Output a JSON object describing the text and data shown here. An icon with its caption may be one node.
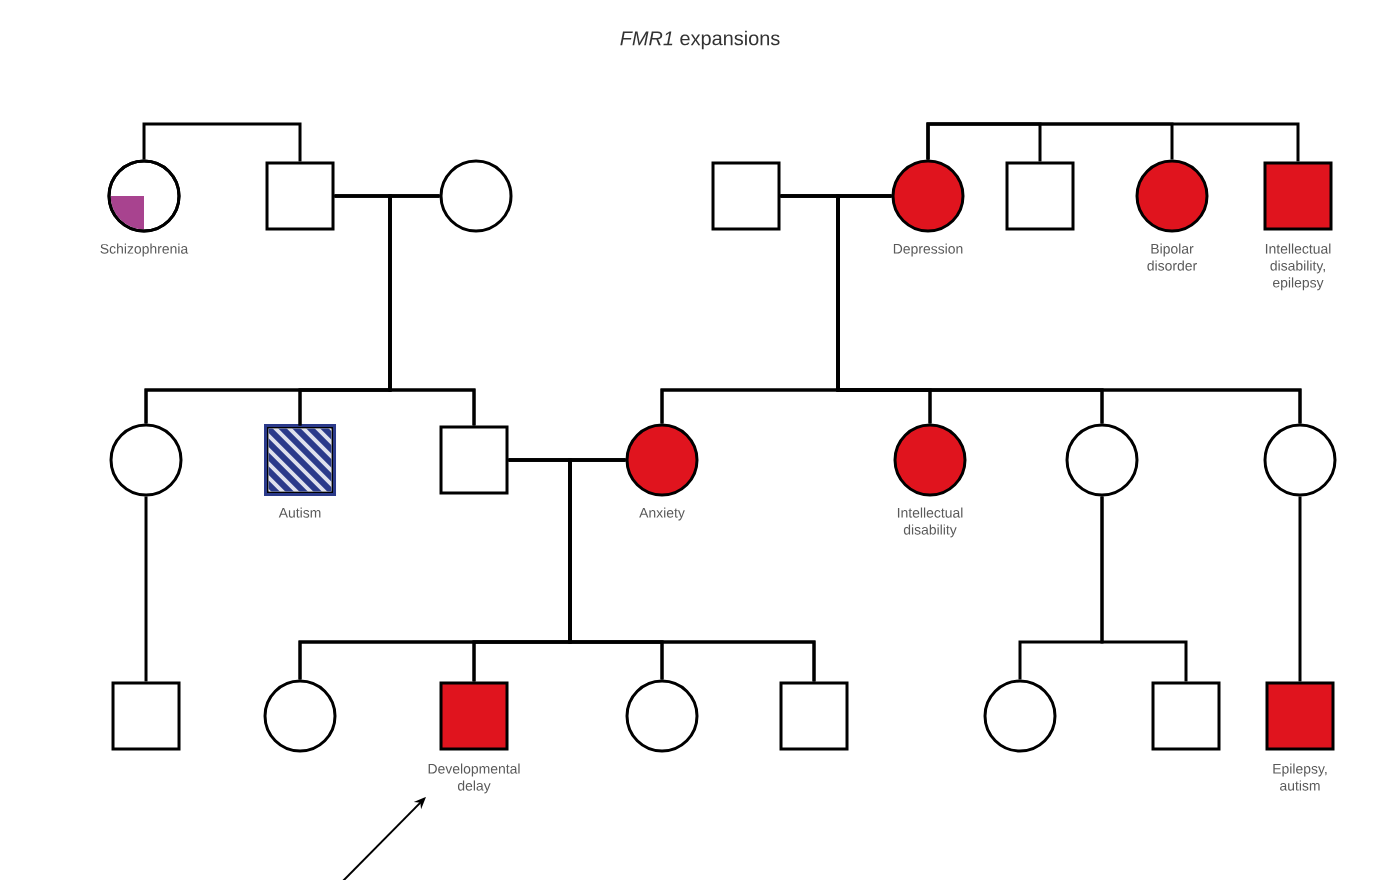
{
  "diagram": {
    "title": "*FMR1* expansions",
    "nodes": [
      {
        "text": [],
        "shape": "circle",
        "beside": [
          "Schizophrenia"
        ]
      },
      {
        "text": [],
        "shape": "box"
      },
      {
        "text": [],
        "shape": "circle"
      },
      {
        "text": [],
        "shape": "box"
      },
      {
        "text": [],
        "shape": "circle",
        "beside": [
          "Depression"
        ]
      },
      {
        "text": [],
        "shape": "box"
      },
      {
        "text": [],
        "shape": "circle",
        "beside": [
          "Bipolar disorder"
        ]
      },
      {
        "text": [],
        "shape": "box",
        "beside": [
          "Intellectual disability, epilepsy"
        ]
      },
      {
        "text": [],
        "shape": "circle"
      },
      {
        "text": [],
        "shape": "box",
        "beside": [
          "Autism"
        ]
      },
      {
        "text": [],
        "shape": "box"
      },
      {
        "text": [],
        "shape": "circle",
        "beside": [
          "Anxiety"
        ]
      },
      {
        "text": [],
        "shape": "circle",
        "beside": [
          "Intellectual disability"
        ]
      },
      {
        "text": [],
        "shape": "circle"
      },
      {
        "text": [],
        "shape": "circle"
      },
      {
        "text": [],
        "shape": "box"
      },
      {
        "text": [],
        "shape": "circle"
      },
      {
        "text": [],
        "shape": "box",
        "beside": [
          "Developmental delay"
        ]
      },
      {
        "text": [],
        "shape": "circle"
      },
      {
        "text": [],
        "shape": "box"
      },
      {
        "text": [],
        "shape": "circle"
      },
      {
        "text": [],
        "shape": "box"
      },
      {
        "text": [],
        "shape": "box",
        "beside": [
          "Epilepsy, autism"
        ]
      }
    ],
    "edges": [
      {
        "from": 0,
        "to": 1,
        "arrow": "none"
      },
      {
        "from": 1,
        "to": 2,
        "arrow": "none"
      },
      {
        "from": 3,
        "to": 4,
        "arrow": "none"
      },
      {
        "from": 4,
        "to": 5,
        "arrow": "none"
      },
      {
        "from": 4,
        "to": 6,
        "arrow": "none"
      },
      {
        "from": 4,
        "to": 7,
        "arrow": "none"
      },
      {
        "from": 1,
        "to": 8,
        "arrow": "none"
      },
      {
        "from": 1,
        "to": 9,
        "arrow": "none"
      },
      {
        "from": 1,
        "to": 10,
        "arrow": "none"
      },
      {
        "from": 2,
        "to": 8,
        "arrow": "none"
      },
      {
        "from": 2,
        "to": 9,
        "arrow": "none"
      },
      {
        "from": 2,
        "to": 10,
        "arrow": "none"
      },
      {
        "from": 3,
        "to": 11,
        "arrow": "none"
      },
      {
        "from": 3,
        "to": 12,
        "arrow": "none"
      },
      {
        "from": 3,
        "to": 13,
        "arrow": "none"
      },
      {
        "from": 3,
        "to": 14,
        "arrow": "none"
      },
      {
        "from": 4,
        "to": 11,
        "arrow": "none"
      },
      {
        "from": 4,
        "to": 12,
        "arrow": "none"
      },
      {
        "from": 4,
        "to": 13,
        "arrow": "none"
      },
      {
        "from": 4,
        "to": 14,
        "arrow": "none"
      },
      {
        "from": 10,
        "to": 11,
        "arrow": "none"
      },
      {
        "from": 8,
        "to": 15,
        "arrow": "none"
      },
      {
        "from": 10,
        "to": 16,
        "arrow": "none"
      },
      {
        "from": 10,
        "to": 17,
        "arrow": "none"
      },
      {
        "from": 10,
        "to": 18,
        "arrow": "none"
      },
      {
        "from": 10,
        "to": 19,
        "arrow": "none"
      },
      {
        "from": 11,
        "to": 16,
        "arrow": "none"
      },
      {
        "from": 11,
        "to": 17,
        "arrow": "none"
      },
      {
        "from": 11,
        "to": 18,
        "arrow": "none"
      },
      {
        "from": 11,
        "to": 19,
        "arrow": "none"
      },
      {
        "from": 13,
        "to": 20,
        "arrow": "none"
      },
      {
        "from": 13,
        "to": 21,
        "arrow": "none"
      },
      {
        "from": 14,
        "to": 22,
        "arrow": "none"
      },
      {
        "from": null,
        "to": 17,
        "arrow": "to"
      }
    ]
  }
}
